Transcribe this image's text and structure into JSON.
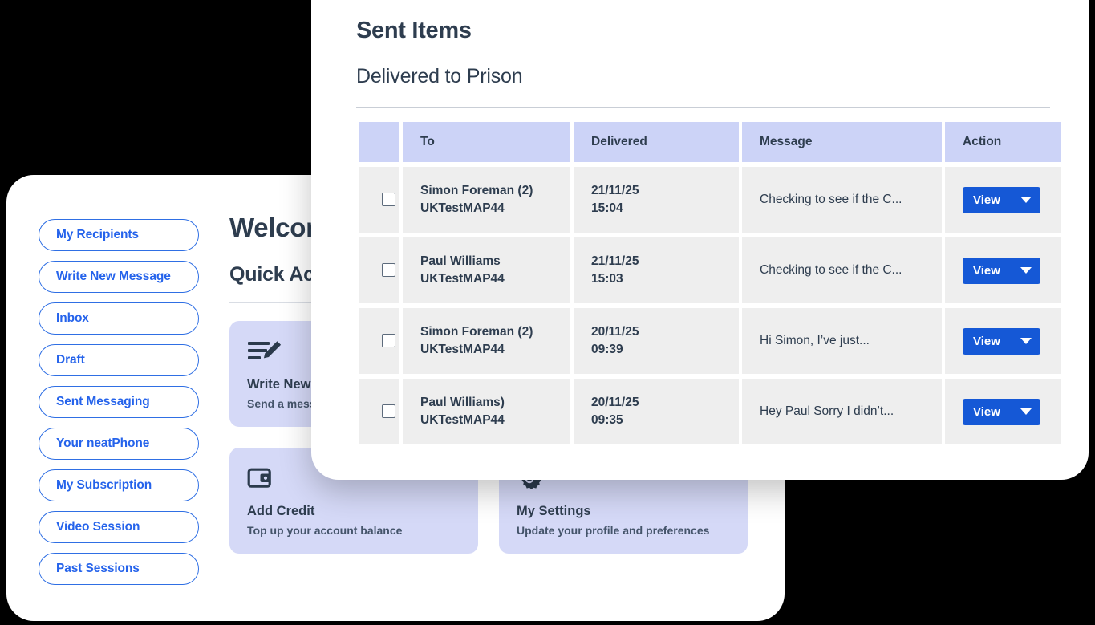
{
  "colors": {
    "brand_blue": "#2563eb",
    "button_blue": "#1558d6",
    "header_lavender": "#ccd3f7",
    "card_lavender": "#d5d9f7",
    "row_grey": "#eeeeee",
    "text_dark": "#2e3d4f",
    "page_background": "#000000"
  },
  "dashboard": {
    "sidebar": {
      "items": [
        {
          "label": "My Recipients",
          "name": "sidebar-item-my-recipients"
        },
        {
          "label": "Write New Message",
          "name": "sidebar-item-write-new-message"
        },
        {
          "label": "Inbox",
          "name": "sidebar-item-inbox"
        },
        {
          "label": "Draft",
          "name": "sidebar-item-draft"
        },
        {
          "label": "Sent Messaging",
          "name": "sidebar-item-sent-messaging"
        },
        {
          "label": "Your neatPhone",
          "name": "sidebar-item-your-neatphone"
        },
        {
          "label": "My Subscription",
          "name": "sidebar-item-my-subscription"
        },
        {
          "label": "Video Session",
          "name": "sidebar-item-video-session"
        },
        {
          "label": "Past  Sessions",
          "name": "sidebar-item-past-sessions"
        }
      ]
    },
    "welcome_title": "Welcome",
    "quick_access_title": "Quick Access",
    "quick_actions": [
      {
        "icon": "write-message-icon",
        "title": "Write New",
        "subtitle": "Send a message"
      },
      {
        "icon": "wallet-icon",
        "title": "Add Credit",
        "subtitle": "Top up your account balance"
      },
      {
        "icon": "gear-icon",
        "title": "My Settings",
        "subtitle": "Update your profile and preferences"
      }
    ]
  },
  "sent_items": {
    "title": "Sent Items",
    "subtitle": "Delivered to Prison",
    "columns": [
      "",
      "To",
      "Delivered",
      "Message",
      "Action"
    ],
    "rows": [
      {
        "checked": false,
        "to_name": "Simon Foreman (2)",
        "to_ref": "UKTestMAP44",
        "delivered_date": "21/11/25",
        "delivered_time": "15:04",
        "message": "Checking to see if the C...",
        "action_label": "View"
      },
      {
        "checked": false,
        "to_name": "Paul Williams",
        "to_ref": "UKTestMAP44",
        "delivered_date": "21/11/25",
        "delivered_time": "15:03",
        "message": "Checking to see if the C...",
        "action_label": "View"
      },
      {
        "checked": false,
        "to_name": "Simon Foreman (2)",
        "to_ref": "UKTestMAP44",
        "delivered_date": "20/11/25",
        "delivered_time": "09:39",
        "message": "Hi Simon, I’ve just...",
        "action_label": "View"
      },
      {
        "checked": false,
        "to_name": "Paul Williams)",
        "to_ref": "UKTestMAP44",
        "delivered_date": "20/11/25",
        "delivered_time": "09:35",
        "message": "Hey Paul Sorry I didn’t...",
        "action_label": "View"
      }
    ]
  }
}
